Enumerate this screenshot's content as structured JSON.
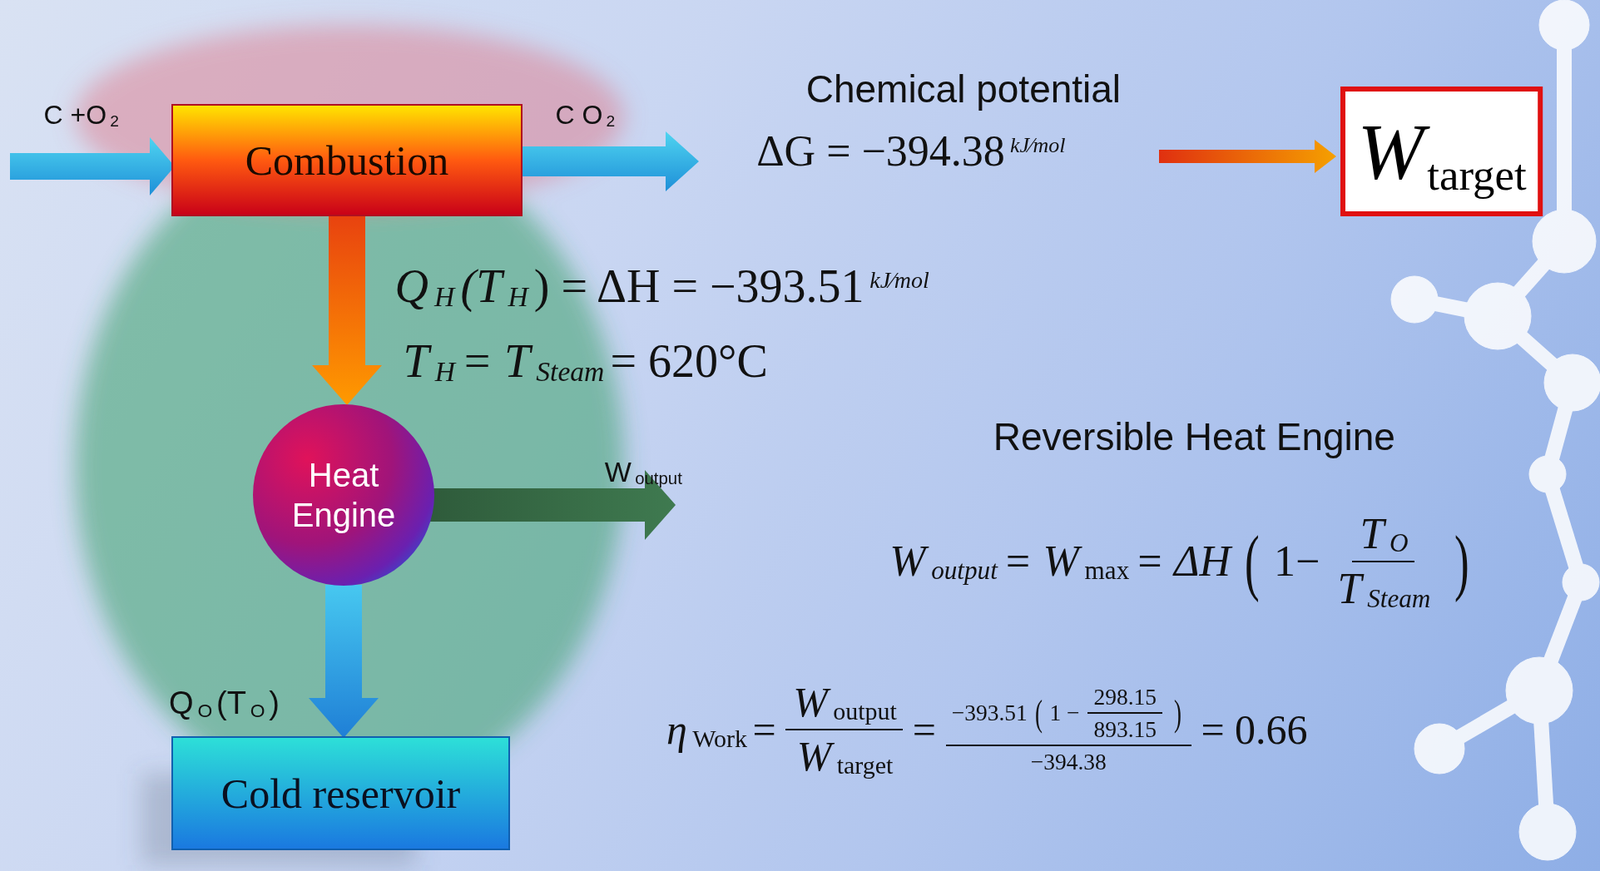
{
  "diagram": {
    "nodes": [
      {
        "text": [
          "Combustion"
        ]
      },
      {
        "text": [
          "Heat Engine"
        ]
      },
      {
        "text": [
          "Cold reservoir"
        ]
      },
      {
        "text": [
          "W",
          "target"
        ]
      }
    ],
    "edges": [
      {
        "from": 0,
        "to": 1,
        "arrow": "to"
      },
      {
        "from": 1,
        "to": 2,
        "arrow": "to"
      }
    ],
    "labels": [
      "C +O",
      "2",
      "C O",
      "2",
      "Chemical potential",
      "ΔG = −394.38",
      "kJ⁄mol",
      "Q",
      "H",
      "(T",
      "H",
      ") = ΔH = −393.51",
      "kJ⁄mol",
      "T",
      "H",
      "= T",
      "Steam",
      "= 620°C",
      "W",
      "output",
      "Q",
      "O",
      "(T",
      "O",
      ")",
      "Reversible Heat Engine",
      "W",
      "output",
      "= W",
      "max",
      "= ΔH",
      "(",
      "1−",
      "T",
      "O",
      "T",
      "Steam",
      ")",
      "η",
      "Work",
      "=",
      "W",
      "output",
      "W",
      "target",
      "=",
      "−393.51",
      "(",
      "1 −",
      "298.15",
      "893.15",
      ")",
      "−394.38",
      "= 0.66"
    ]
  }
}
